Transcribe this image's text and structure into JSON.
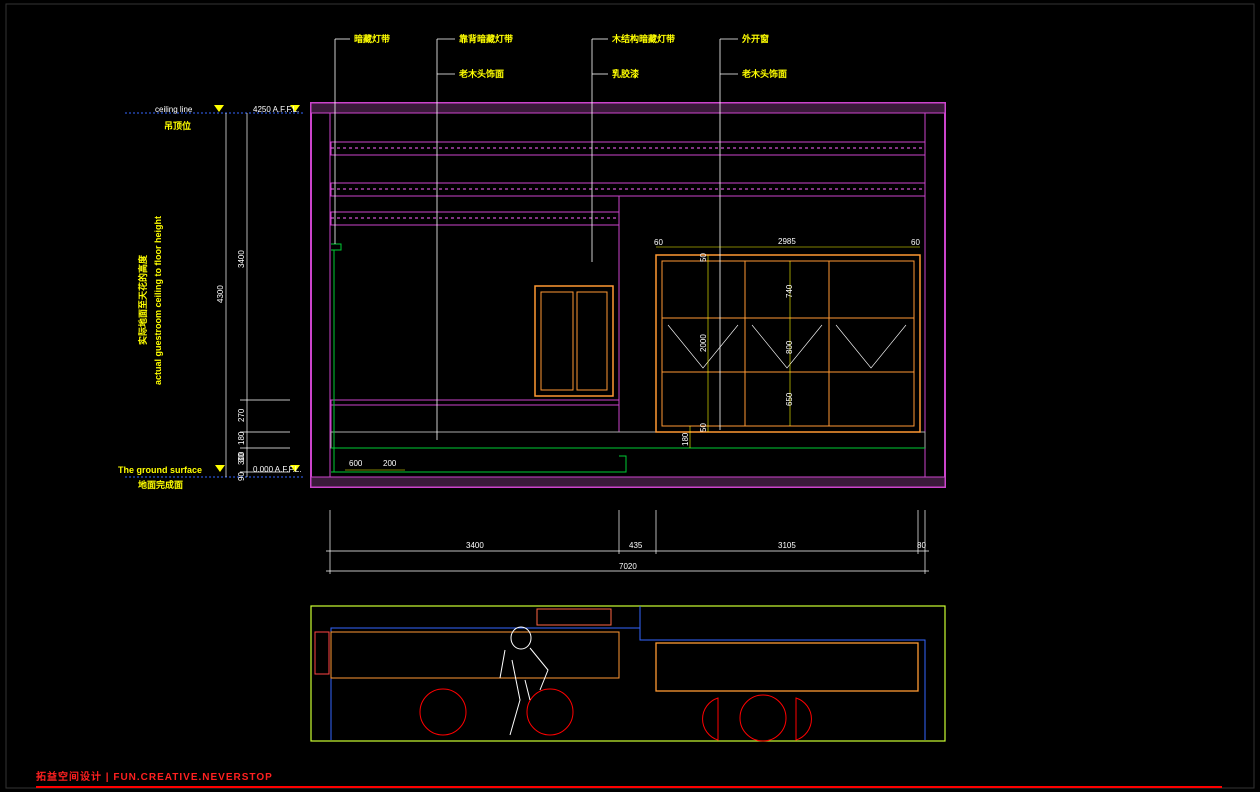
{
  "callouts": {
    "c1": "暗藏灯带",
    "c2": "靠背暗藏灯带",
    "c3": "老木头饰面",
    "c4": "木结构暗藏灯带",
    "c5": "乳胶漆",
    "c6": "外开窗",
    "c7": "老木头饰面"
  },
  "levels": {
    "ceiling_en": "ceiling line",
    "ceiling_cn": "吊顶位",
    "ceiling_val": "4250 A.F.F.L.",
    "ground_en": "The ground surface",
    "ground_cn": "地面完成面",
    "ground_val": "0.000 A.F.F.L."
  },
  "vertical_note": {
    "cn": "实际地面至天花的高度",
    "en": "actual guestroom ceiling to floor height"
  },
  "dims_left": {
    "total": "4300",
    "upper": "3400",
    "d270": "270",
    "d180": "180",
    "d300": "300",
    "d90": "90",
    "d30": "30"
  },
  "dims_inner": {
    "w60a": "60",
    "w2985": "2985",
    "w60b": "60",
    "h740": "740",
    "h2000": "2000",
    "h800": "800",
    "h650": "650",
    "h180": "180",
    "h50a": "50",
    "h50b": "50",
    "s600": "600",
    "s200": "200"
  },
  "dims_bottom": {
    "d3400": "3400",
    "d435": "435",
    "d3105": "3105",
    "d80": "80",
    "total": "7020"
  },
  "footer": {
    "brand": "拓益空间设计 | FUN.CREATIVE.NEVERSTOP"
  },
  "colors": {
    "background": "#000000",
    "dimension": "#ffffff",
    "annotation": "#ffff00",
    "frame": "#cc44cc",
    "window": "#ff9933",
    "plan_outline": "#ccff33",
    "plan_wall": "#3366ff",
    "accent": "#ff0000",
    "floor_line": "#00cc33"
  }
}
